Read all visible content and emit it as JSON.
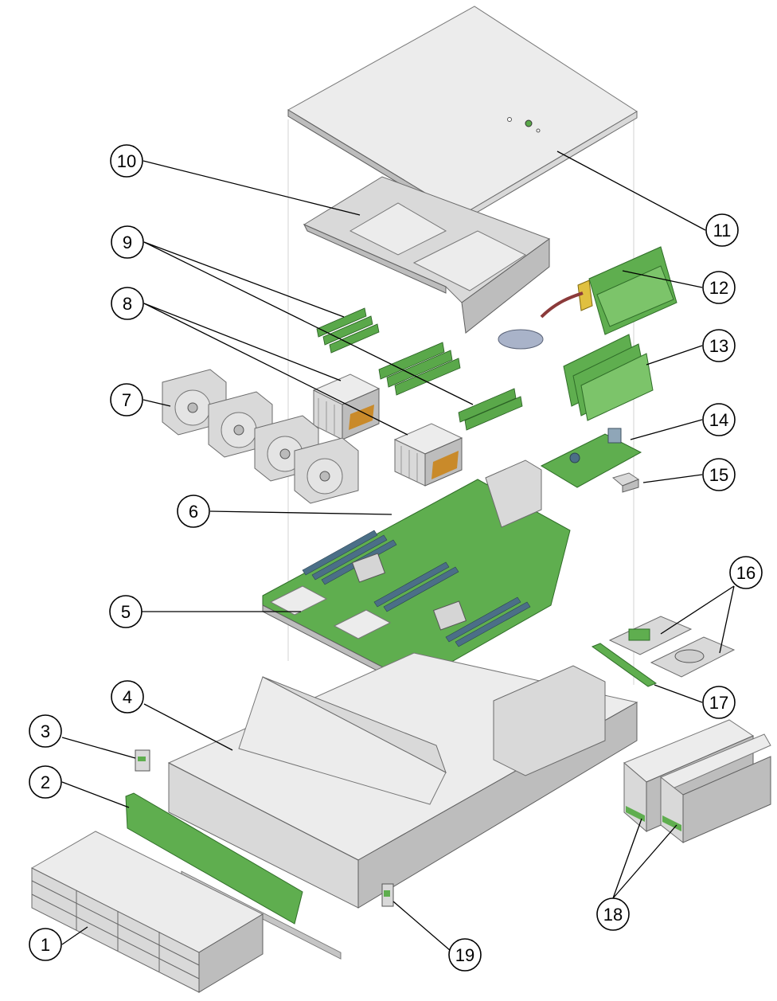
{
  "callouts": [
    {
      "label": "1"
    },
    {
      "label": "2"
    },
    {
      "label": "3"
    },
    {
      "label": "4"
    },
    {
      "label": "5"
    },
    {
      "label": "6"
    },
    {
      "label": "7"
    },
    {
      "label": "8"
    },
    {
      "label": "9"
    },
    {
      "label": "10"
    },
    {
      "label": "11"
    },
    {
      "label": "12"
    },
    {
      "label": "13"
    },
    {
      "label": "14"
    },
    {
      "label": "15"
    },
    {
      "label": "16"
    },
    {
      "label": "17"
    },
    {
      "label": "18"
    },
    {
      "label": "19"
    }
  ],
  "colors": {
    "metal": "#d9d9d9",
    "pcb_green": "#5fae4f",
    "slot_blue": "#4b6f87",
    "heatsink_copper": "#c98a2a"
  }
}
